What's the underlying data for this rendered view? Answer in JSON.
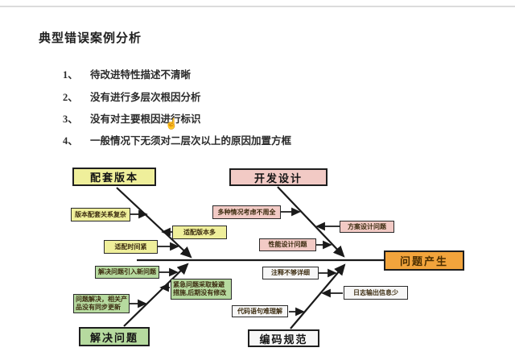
{
  "title": "典型错误案例分析",
  "list": {
    "items": [
      {
        "num": "1、",
        "text": "待改进特性描述不清晰"
      },
      {
        "num": "2、",
        "text": "没有进行多层次根因分析"
      },
      {
        "num": "3、",
        "text": "没有对主要根因进行标识"
      },
      {
        "num": "4、",
        "text": "一般情况下无须对二层次以上的原因加置方框"
      }
    ]
  },
  "cursor": {
    "glyph": "☝"
  },
  "colors": {
    "branch_version": "#efef9b",
    "branch_design": "#f2cac5",
    "branch_solve": "#b6da9f",
    "branch_coding": "#f7f7f7",
    "effect": "#f2a43c",
    "line": "#1a1a1a"
  },
  "diagram": {
    "effect": {
      "label": "问题产生",
      "color": "#f2a43c"
    },
    "categories": [
      {
        "label": "配套版本",
        "color": "#efef9b"
      },
      {
        "label": "开发设计",
        "color": "#f2cac5"
      },
      {
        "label": "解决问题",
        "color": "#b6da9f"
      },
      {
        "label": "编码规范",
        "color": "#f7f7f7"
      }
    ],
    "causes": [
      {
        "label": "版本配套关系复杂",
        "category": "配套版本",
        "color": "#efef9b"
      },
      {
        "label": "适配版本多",
        "category": "配套版本",
        "color": "#efef9b"
      },
      {
        "label": "适配时间紧",
        "category": "配套版本",
        "color": "#efef9b"
      },
      {
        "label": "多种情况考虑不周全",
        "category": "开发设计",
        "color": "#f2cac5"
      },
      {
        "label": "方案设计问题",
        "category": "开发设计",
        "color": "#f2cac5"
      },
      {
        "label": "性能设计问题",
        "category": "开发设计",
        "color": "#f2cac5"
      },
      {
        "label": "解决问题引入新问题",
        "category": "解决问题",
        "color": "#b6da9f"
      },
      {
        "label": "紧急问题采取躲避措施,后期没有修改",
        "category": "解决问题",
        "color": "#b6da9f"
      },
      {
        "label": "问题解决，相关产品没有同步更新",
        "category": "解决问题",
        "color": "#b6da9f"
      },
      {
        "label": "注释不够详细",
        "category": "编码规范",
        "color": "#f7f7f7"
      },
      {
        "label": "日志输出信息少",
        "category": "编码规范",
        "color": "#f7f7f7"
      },
      {
        "label": "代码语句难理解",
        "category": "编码规范",
        "color": "#f7f7f7"
      }
    ]
  }
}
